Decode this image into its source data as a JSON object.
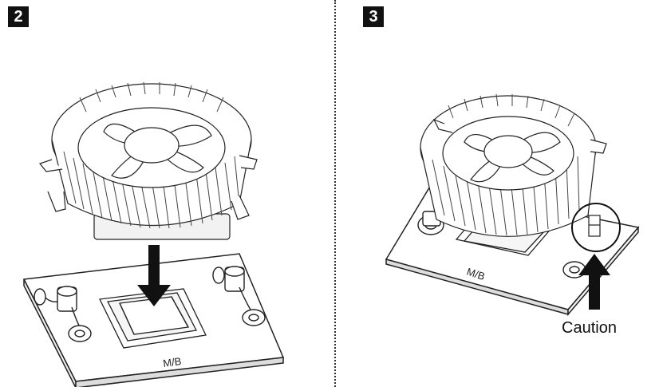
{
  "steps": [
    {
      "number": "2",
      "board_label": "M/B"
    },
    {
      "number": "3",
      "board_label": "M/B",
      "callout_label": "Caution"
    }
  ],
  "colors": {
    "line": "#222222",
    "badge": "#111111",
    "paper": "#ffffff"
  },
  "icons": [
    "down-arrow-icon",
    "up-arrow-icon",
    "caution-circle"
  ]
}
